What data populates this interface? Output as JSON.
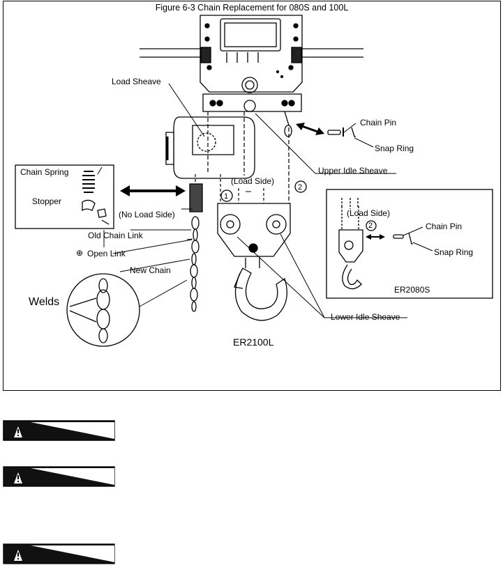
{
  "figure": {
    "title": "Figure 6-3 Chain Replacement for 080S and 100L",
    "labels": {
      "load_sheave": "Load Sheave",
      "chain_pin": "Chain Pin",
      "snap_ring": "Snap Ring",
      "upper_idle_sheave": "Upper Idle Sheave",
      "chain_spring": "Chain Spring",
      "stopper": "Stopper",
      "load_side": "(Load Side)",
      "no_load_side": "(No Load Side)",
      "old_chain_link": "Old Chain Link",
      "open_link": "Open Link",
      "new_chain": "New Chain",
      "welds": "Welds",
      "lower_idle_sheave": "Lower Idle Sheave",
      "num_1": "1",
      "num_2": "2"
    },
    "main_model": "ER2100L",
    "inset": {
      "load_side": "(Load Side)",
      "num_2": "2",
      "chain_pin": "Chain Pin",
      "snap_ring": "Snap Ring",
      "model": "ER2080S"
    }
  },
  "warnings": [
    {
      "icon": "warning-triangle-icon"
    },
    {
      "icon": "warning-triangle-icon"
    },
    {
      "icon": "warning-triangle-icon"
    }
  ]
}
